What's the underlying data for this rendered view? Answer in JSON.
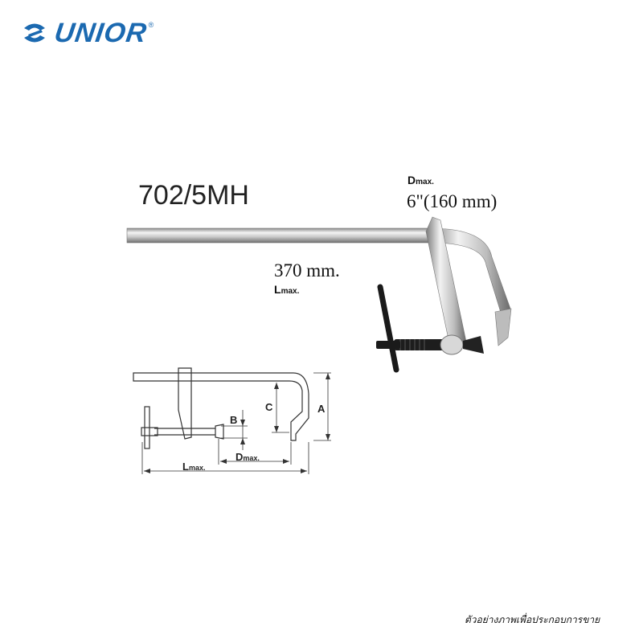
{
  "brand": {
    "name": "UNIOR",
    "registered_mark": "®",
    "color": "#1b69b0"
  },
  "product": {
    "model": "702/5MH",
    "dmax_label": "D",
    "dmax_label_sub": "max.",
    "dmax_value": "6\"(160 mm)",
    "lmax_value": "370 mm.",
    "lmax_label": "L",
    "lmax_label_sub": "max."
  },
  "diagram": {
    "labels": {
      "a": "A",
      "b": "B",
      "c": "C",
      "dmax": "D",
      "dmax_sub": "max.",
      "lmax": "L",
      "lmax_sub": "max."
    }
  },
  "caption": "ตัวอย่างภาพเพื่อประกอบการขาย",
  "icons": {
    "brand_logo": "unior-logo-icon",
    "product_photo": "f-clamp-photo",
    "diagram": "f-clamp-dimension-diagram"
  }
}
